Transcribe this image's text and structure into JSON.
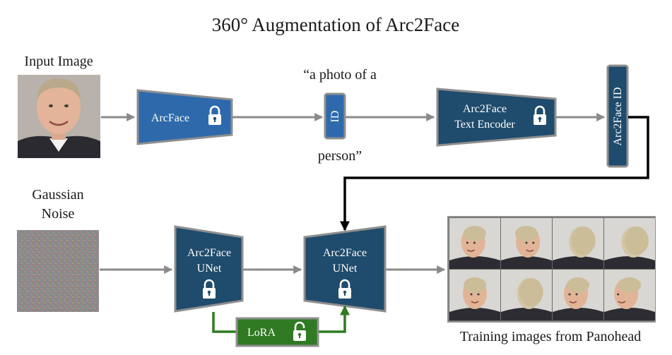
{
  "title": "360° Augmentation of Arc2Face",
  "labels": {
    "input_image": "Input Image",
    "gaussian_noise_line1": "Gaussian",
    "gaussian_noise_line2": "Noise",
    "prompt_line1": "“a photo of a",
    "prompt_line2": "person”",
    "training_images": "Training images from Panohead"
  },
  "blocks": {
    "arcface": "ArcFace",
    "id_token": "ID",
    "text_encoder_line1": "Arc2Face",
    "text_encoder_line2": "Text Encoder",
    "arc2face_id": "Arc2Face ID",
    "unet_frozen_line1": "Arc2Face",
    "unet_frozen_line2": "UNet",
    "unet_main_line1": "Arc2Face",
    "unet_main_line2": "UNet",
    "lora": "LoRA"
  },
  "colors": {
    "block_blue": "#2e6aab",
    "block_navy": "#1f4b6c",
    "block_border": "#8f8f8f",
    "lora_green": "#2f7a22",
    "arrow_gray": "#8a8a8a",
    "arrow_black": "#000000"
  },
  "icons": {
    "locked": "lock-icon",
    "unlocked": "unlock-icon"
  }
}
